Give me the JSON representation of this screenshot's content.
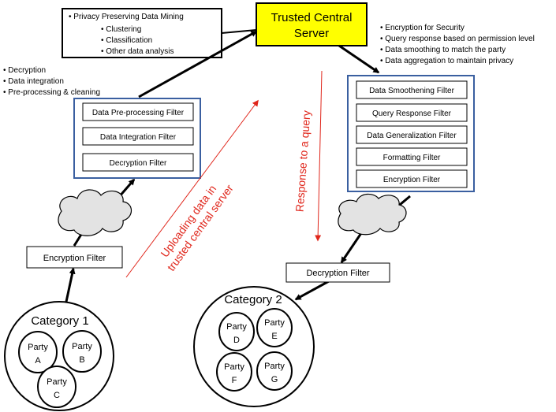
{
  "server": {
    "title_line1": "Trusted Central",
    "title_line2": "Server",
    "fill": "#ffff00"
  },
  "mining_tasks": {
    "title": "Privacy Preserving Data Mining",
    "items": [
      "Clustering",
      "Classification",
      "Other data analysis"
    ]
  },
  "server_roles": [
    "Encryption for Security",
    "Query response based on permission level",
    "Data smoothing to match the party",
    "Data aggregation to maintain privacy"
  ],
  "upload_steps": [
    "Decryption",
    "Data integration",
    "Pre-processing & cleaning"
  ],
  "upload_filters": [
    "Data Pre-processing Filter",
    "Data Integration Filter",
    "Decryption Filter"
  ],
  "response_filters": [
    "Data Smoothening Filter",
    "Query Response Filter",
    "Data Generalization Filter",
    "Formatting Filter",
    "Encryption Filter"
  ],
  "client_encryption_filter": "Encryption Filter",
  "client_decryption_filter": "Decryption Filter",
  "flow_labels": {
    "upload_line1": "Uploading data in",
    "upload_line2": "trusted central server",
    "response": "Response to a query"
  },
  "category1": {
    "title": "Category 1",
    "parties": [
      {
        "line1": "Party",
        "line2": "A"
      },
      {
        "line1": "Party",
        "line2": "B"
      },
      {
        "line1": "Party",
        "line2": "C"
      }
    ]
  },
  "category2": {
    "title": "Category 2",
    "parties": [
      {
        "line1": "Party",
        "line2": "D"
      },
      {
        "line1": "Party",
        "line2": "E"
      },
      {
        "line1": "Party",
        "line2": "F"
      },
      {
        "line1": "Party",
        "line2": "G"
      }
    ]
  },
  "colors": {
    "filter_group_border": "#3a5fa0",
    "flow_red": "#e0261b",
    "cloud_fill": "#e3e3e3"
  }
}
